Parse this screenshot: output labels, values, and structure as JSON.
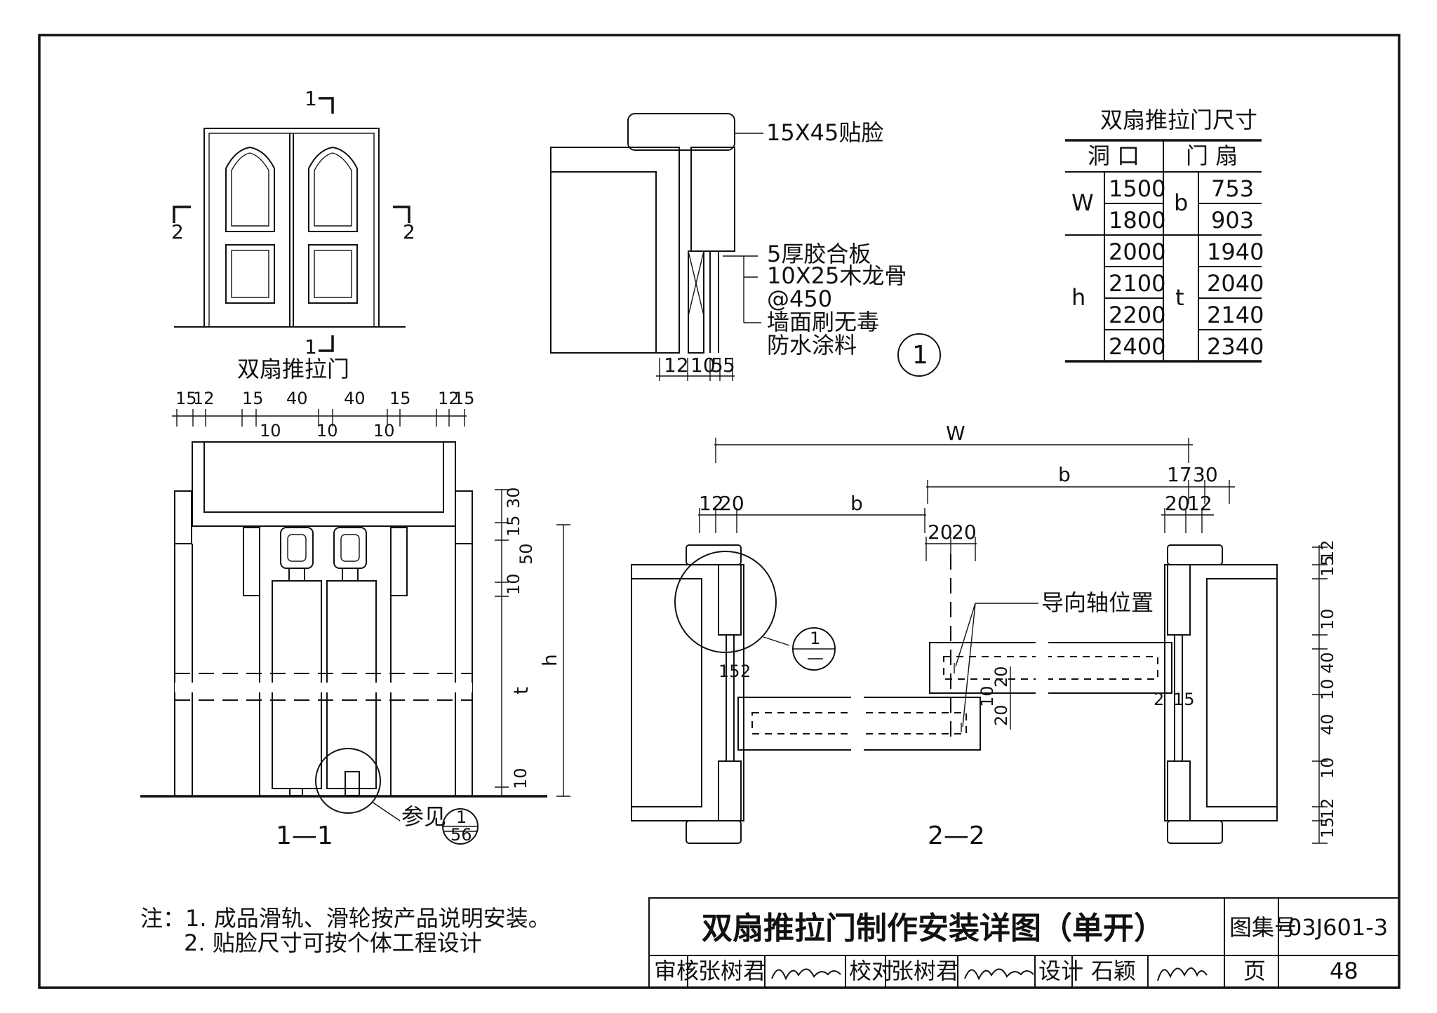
{
  "door_elevation": {
    "label": "双扇推拉门",
    "section_1_top": "1",
    "section_1_bottom": "1",
    "section_2_left": "2",
    "section_2_right": "2"
  },
  "section_1_1": {
    "label": "1—1",
    "dims_top": [
      "15",
      "12",
      "15",
      "40",
      "40",
      "15",
      "12",
      "15"
    ],
    "dims_top_sub": [
      "10",
      "10",
      "10"
    ],
    "dims_right": [
      "30",
      "15",
      "50",
      "10",
      "10"
    ],
    "dim_t": "t",
    "dim_h": "h",
    "ref_text": "参见",
    "ref_top": "1",
    "ref_bottom": "56"
  },
  "detail_1": {
    "callouts": [
      "15X45贴脸",
      "5厚胶合板",
      "10X25木龙骨",
      "@450",
      "墙面刷无毒",
      "防水涂料"
    ],
    "dims_bottom": [
      "12",
      "10",
      "5",
      "5"
    ],
    "marker": "1"
  },
  "size_table": {
    "title": "双扇推拉门尺寸",
    "header_left": "洞  口",
    "header_right": "门  扇",
    "w_label": "W",
    "b_label": "b",
    "h_label": "h",
    "t_label": "t",
    "w_values": [
      "1500",
      "1800"
    ],
    "b_values": [
      "753",
      "903"
    ],
    "h_values": [
      "2000",
      "2100",
      "2200",
      "2400"
    ],
    "t_values": [
      "1940",
      "2040",
      "2140",
      "2340"
    ]
  },
  "section_2_2": {
    "label": "2—2",
    "dim_W": "W",
    "dim_b_top": "b",
    "dim_b_left": "b",
    "dims_left": [
      "12",
      "20"
    ],
    "dims_right_top": [
      "17",
      "30"
    ],
    "dims_right_sub": [
      "20",
      "12"
    ],
    "dims_mid": [
      "20",
      "20"
    ],
    "dims_mid_vert": [
      "20",
      "10",
      "20"
    ],
    "dims_small_left": [
      "15",
      "2"
    ],
    "dims_small_right": [
      "2",
      "15"
    ],
    "dims_far_right": [
      "12",
      "15",
      "10",
      "40",
      "10",
      "40",
      "10",
      "15",
      "12"
    ],
    "guide_label": "导向轴位置",
    "detail_ref_top": "1",
    "detail_ref_bottom": "—"
  },
  "notes": {
    "line1": "注：1. 成品滑轨、滑轮按产品说明安装。",
    "line2": "2. 贴脸尺寸可按个体工程设计"
  },
  "title_block": {
    "title": "双扇推拉门制作安装详图（单开）",
    "atlas_label": "图集号",
    "atlas_no": "03J601-3",
    "review_label": "审核",
    "reviewer": "张树君",
    "check_label": "校对",
    "checker": "张树君",
    "design_label": "设计",
    "designer": "石颖",
    "page_label": "页",
    "page_no": "48"
  }
}
